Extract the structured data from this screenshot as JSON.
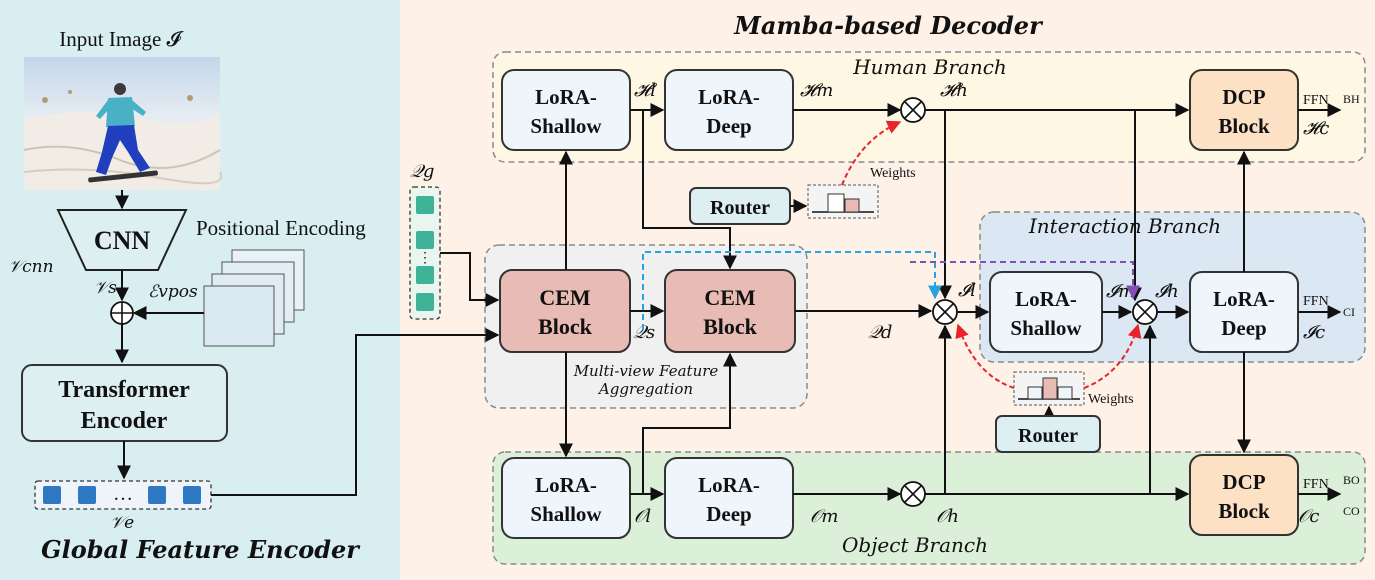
{
  "encoder": {
    "input_label": "Input Image 𝓘",
    "cnn_label": "CNN",
    "v_cnn": "𝒱cnn",
    "v_s": "𝒱s",
    "pos_enc_label": "Positional Encoding",
    "e_pos": "ℰvpos",
    "transformer_line1": "Transformer",
    "transformer_line2": "Encoder",
    "ellipsis": "…",
    "v_e": "𝒱e",
    "title": "Global Feature Encoder"
  },
  "decoder": {
    "title": "Mamba-based  Decoder",
    "q_g": "𝒬g",
    "q_s": "𝒬s",
    "q_d": "𝒬d",
    "cem1_line1": "CEM",
    "cem1_line2": "Block",
    "cem2_line1": "CEM",
    "cem2_line2": "Block",
    "mva_line1": "Multi-view Feature",
    "mva_line2": "Aggregation",
    "router_top": "Router",
    "router_bottom": "Router",
    "weights_top": "Weights",
    "weights_bottom": "Weights"
  },
  "human": {
    "label": "Human Branch",
    "shallow_line1": "LoRA-",
    "shallow_line2": "Shallow",
    "deep_line1": "LoRA-",
    "deep_line2": "Deep",
    "h_l": "𝓗l",
    "h_m": "𝓗m",
    "h_h": "𝓗h",
    "dcp_line1": "DCP",
    "dcp_line2": "Block",
    "ffn": "FFN",
    "b_h": "BH",
    "h_c": "𝓗c"
  },
  "interaction": {
    "label": "Interaction Branch",
    "shallow_line1": "LoRA-",
    "shallow_line2": "Shallow",
    "deep_line1": "LoRA-",
    "deep_line2": "Deep",
    "i_l": "𝓘l",
    "i_m": "𝓘m",
    "i_h": "𝓘h",
    "ffn": "FFN",
    "c_i": "CI",
    "i_c": "𝓘c"
  },
  "object": {
    "label": "Object Branch",
    "shallow_line1": "LoRA-",
    "shallow_line2": "Shallow",
    "deep_line1": "LoRA-",
    "deep_line2": "Deep",
    "o_l": "𝒪l",
    "o_m": "𝒪m",
    "o_h": "𝒪h",
    "dcp_line1": "DCP",
    "dcp_line2": "Block",
    "ffn": "FFN",
    "b_o": "BO",
    "c_o": "CO",
    "o_c": "𝒪c"
  },
  "colors": {
    "encoder_bg": "#d8eef0",
    "decoder_bg": "#fdf1e8",
    "human_bg": "#fdf7e3",
    "interaction_bg": "#dbe7f2",
    "object_bg": "#dcefd8",
    "cem_block": "#e8bcb4",
    "dcp_block": "#fde1c5",
    "lora_block": "#eef5fb",
    "router_block": "#ddeff0",
    "token_teal": "#3eb398",
    "token_blue": "#2f78c4",
    "red_dashed": "#e8242a",
    "blue_dashed": "#29a3e0",
    "purple_dashed": "#8050b8"
  }
}
